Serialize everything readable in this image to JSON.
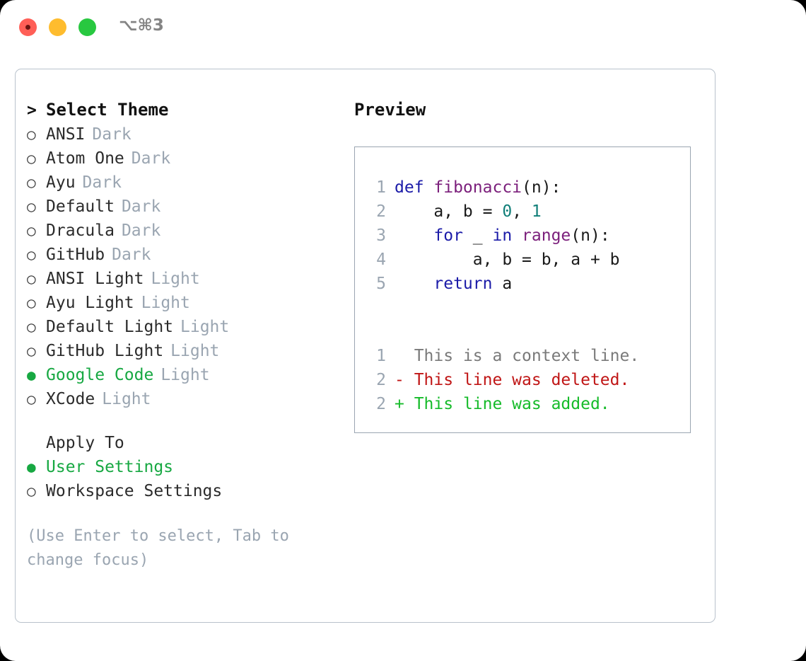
{
  "titlebar": {
    "shortcut": "⌥⌘3",
    "buttons": [
      "close",
      "minimize",
      "maximize"
    ]
  },
  "theme_list": {
    "header": {
      "prompt": ">",
      "label": "Select Theme"
    },
    "items": [
      {
        "bullet": "○",
        "name": "ANSI",
        "variant": "Dark",
        "selected": false
      },
      {
        "bullet": "○",
        "name": "Atom One",
        "variant": "Dark",
        "selected": false
      },
      {
        "bullet": "○",
        "name": "Ayu",
        "variant": "Dark",
        "selected": false
      },
      {
        "bullet": "○",
        "name": "Default",
        "variant": "Dark",
        "selected": false
      },
      {
        "bullet": "○",
        "name": "Dracula",
        "variant": "Dark",
        "selected": false
      },
      {
        "bullet": "○",
        "name": "GitHub",
        "variant": "Dark",
        "selected": false
      },
      {
        "bullet": "○",
        "name": "ANSI Light",
        "variant": "Light",
        "selected": false
      },
      {
        "bullet": "○",
        "name": "Ayu Light",
        "variant": "Light",
        "selected": false
      },
      {
        "bullet": "○",
        "name": "Default Light",
        "variant": "Light",
        "selected": false
      },
      {
        "bullet": "○",
        "name": "GitHub Light",
        "variant": "Light",
        "selected": false
      },
      {
        "bullet": "●",
        "name": "Google Code",
        "variant": "Light",
        "selected": true
      },
      {
        "bullet": "○",
        "name": "XCode",
        "variant": "Light",
        "selected": false
      }
    ]
  },
  "apply_to": {
    "title": "Apply To",
    "items": [
      {
        "bullet": "●",
        "name": "User Settings",
        "selected": true
      },
      {
        "bullet": "○",
        "name": "Workspace Settings",
        "selected": false
      }
    ]
  },
  "hint": "(Use Enter to select, Tab to change focus)",
  "preview": {
    "title": "Preview",
    "code_lines": [
      {
        "no": "1",
        "tokens": [
          {
            "t": "def ",
            "c": "kw"
          },
          {
            "t": "fibonacci",
            "c": "fn"
          },
          {
            "t": "(n):",
            "c": "pln"
          }
        ]
      },
      {
        "no": "2",
        "tokens": [
          {
            "t": "    a, b = ",
            "c": "pln"
          },
          {
            "t": "0",
            "c": "num"
          },
          {
            "t": ", ",
            "c": "pln"
          },
          {
            "t": "1",
            "c": "num"
          }
        ]
      },
      {
        "no": "3",
        "tokens": [
          {
            "t": "    ",
            "c": "pln"
          },
          {
            "t": "for",
            "c": "kw"
          },
          {
            "t": " _ ",
            "c": "pln"
          },
          {
            "t": "in",
            "c": "kw"
          },
          {
            "t": " ",
            "c": "pln"
          },
          {
            "t": "range",
            "c": "fn"
          },
          {
            "t": "(n):",
            "c": "pln"
          }
        ]
      },
      {
        "no": "4",
        "tokens": [
          {
            "t": "        a, b = b, a + b",
            "c": "pln"
          }
        ]
      },
      {
        "no": "5",
        "tokens": [
          {
            "t": "    ",
            "c": "pln"
          },
          {
            "t": "return",
            "c": "kw"
          },
          {
            "t": " a",
            "c": "pln"
          }
        ]
      }
    ],
    "diff_lines": [
      {
        "no": "1",
        "marker": " ",
        "text": " This is a context line.",
        "kind": "ctx"
      },
      {
        "no": "2",
        "marker": "-",
        "text": " This line was deleted.",
        "kind": "del"
      },
      {
        "no": "2",
        "marker": "+",
        "text": " This line was added.",
        "kind": "add"
      }
    ]
  },
  "colors": {
    "accent_green": "#17a842",
    "muted": "#9aa5b1",
    "keyword": "#1b1ba8",
    "function": "#7b1f7b",
    "number": "#117f79",
    "diff_delete": "#c01616",
    "diff_add": "#16bb2a",
    "border": "#b9c2cc"
  }
}
